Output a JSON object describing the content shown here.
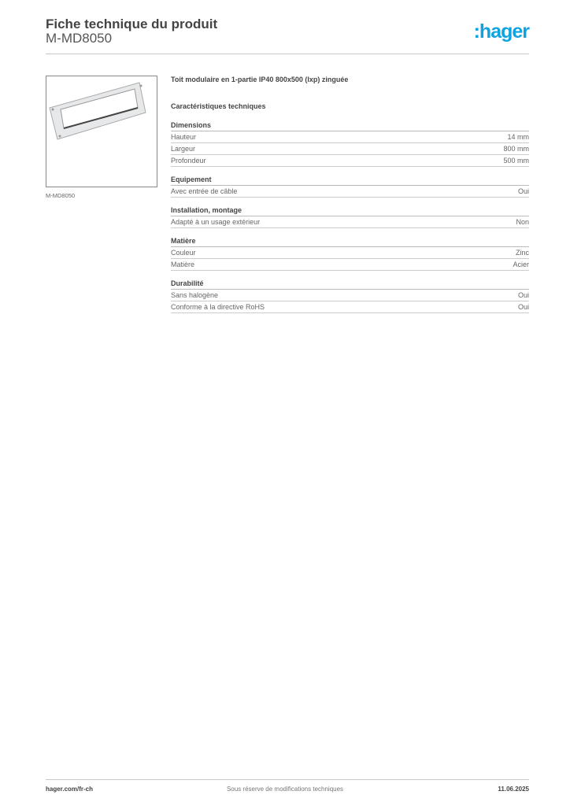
{
  "header": {
    "title": "Fiche technique du produit",
    "code": "M-MD8050",
    "logo": ":hager",
    "logo_color": "#0fa3e0"
  },
  "product": {
    "image_caption": "M-MD8050",
    "title": "Toit modulaire en 1-partie IP40 800x500 (lxp) zinguée",
    "section_heading": "Caractéristiques techniques"
  },
  "sections": [
    {
      "name": "Dimensions",
      "rows": [
        {
          "label": "Hauteur",
          "value": "14 mm"
        },
        {
          "label": "Largeur",
          "value": "800 mm"
        },
        {
          "label": "Profondeur",
          "value": "500 mm"
        }
      ]
    },
    {
      "name": "Equipement",
      "rows": [
        {
          "label": "Avec entrée de câble",
          "value": "Oui"
        }
      ]
    },
    {
      "name": "Installation, montage",
      "rows": [
        {
          "label": "Adapté à un usage extérieur",
          "value": "Non"
        }
      ]
    },
    {
      "name": "Matière",
      "rows": [
        {
          "label": "Couleur",
          "value": "Zinc"
        },
        {
          "label": "Matière",
          "value": "Acier"
        }
      ]
    },
    {
      "name": "Durabilité",
      "rows": [
        {
          "label": "Sans halogène",
          "value": "Oui"
        },
        {
          "label": "Conforme à la directive RoHS",
          "value": "Oui"
        }
      ]
    }
  ],
  "footer": {
    "website": "hager.com/fr-ch",
    "notice": "Sous réserve de modifications techniques",
    "date": "11.06.2025"
  }
}
